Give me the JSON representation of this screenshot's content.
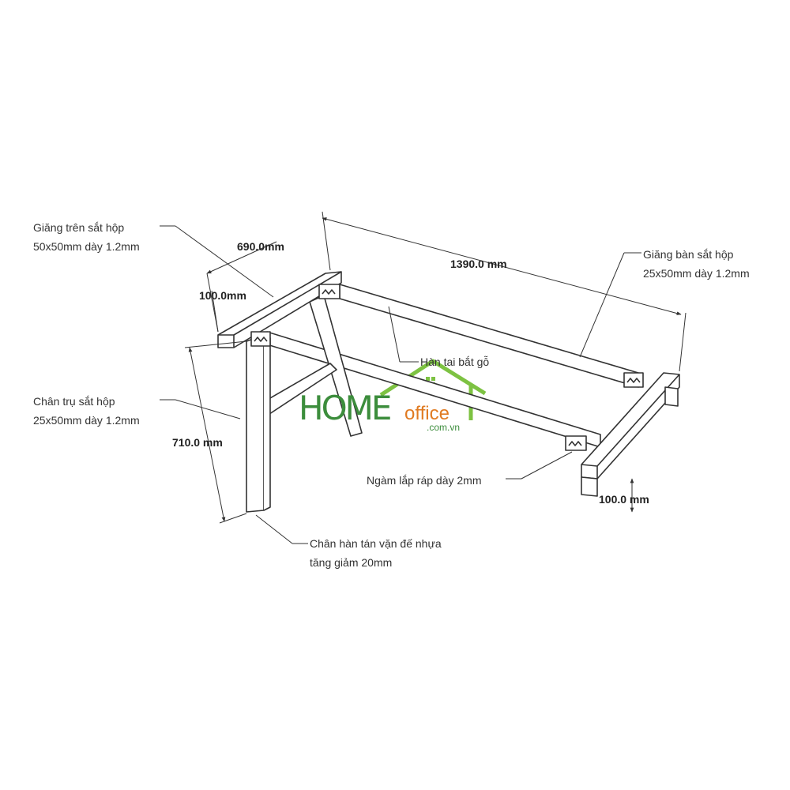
{
  "labels": {
    "top_rail": {
      "line1": "Giăng trên sắt hộp",
      "line2": "50x50mm dày 1.2mm"
    },
    "long_rail": {
      "line1": "Giăng bàn sắt hộp",
      "line2": "25x50mm dày 1.2mm"
    },
    "leg_post": {
      "line1": "Chân trụ sắt hộp",
      "line2": "25x50mm dày 1.2mm"
    },
    "weld_tab": "Hàn tai bắt gỗ",
    "joint_plate": "Ngàm lắp ráp dày 2mm",
    "foot": {
      "line1": "Chân hàn tán vặn đế nhựa",
      "line2": "tăng giảm 20mm"
    }
  },
  "dimensions": {
    "depth": "690.0mm",
    "top_rail_height": "100.0mm",
    "length": "1390.0 mm",
    "height": "710.0 mm",
    "foot_height": "100.0 mm"
  },
  "logo": {
    "brand": "HOME",
    "suffix": "office",
    "domain": ".com.vn",
    "colors": {
      "green": "#3c8d3c",
      "orange": "#e07b22"
    }
  }
}
